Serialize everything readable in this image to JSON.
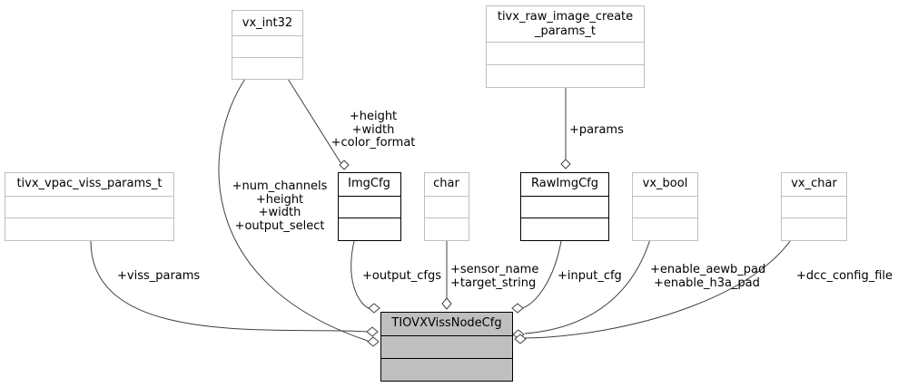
{
  "classes": {
    "vx_int32": "vx_int32",
    "raw_image_create_params_line1": "tivx_raw_image_create",
    "raw_image_create_params_line2": "_params_t",
    "vpac_viss_params": "tivx_vpac_viss_params_t",
    "img_cfg": "ImgCfg",
    "char": "char",
    "raw_img_cfg": "RawImgCfg",
    "vx_bool": "vx_bool",
    "vx_char": "vx_char",
    "main": "TIOVXVissNodeCfg"
  },
  "labels": {
    "img_cfg_members": [
      "+height",
      "+width",
      "+color_format"
    ],
    "raw_params": "+params",
    "vx_int32_members": [
      "+num_channels",
      "+height",
      "+width",
      "+output_select"
    ],
    "viss_params": "+viss_params",
    "output_cfgs": "+output_cfgs",
    "char_members": [
      "+sensor_name",
      "+target_string"
    ],
    "input_cfg": "+input_cfg",
    "vx_bool_members": [
      "+enable_aewb_pad",
      "+enable_h3a_pad"
    ],
    "dcc_config_file": "+dcc_config_file"
  },
  "colors": {
    "main_fill": "#bfbfbf",
    "grey_border": "#bfbfbf",
    "edge": "#404040"
  }
}
